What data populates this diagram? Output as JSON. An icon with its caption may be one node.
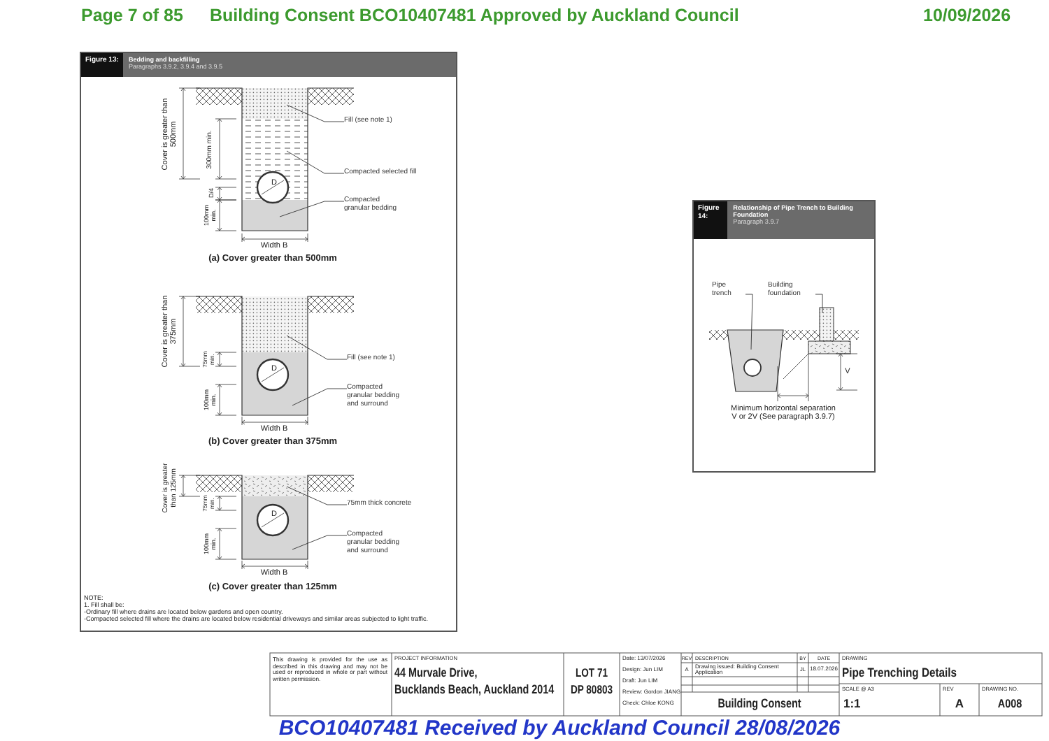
{
  "diagram": {
    "nodes": [
      {
        "text": [
          "Figure 13:",
          "Bedding and backfilling",
          "Paragraphs 3.9.2, 3.9.4 and 3.9.5"
        ]
      },
      {
        "text": [
          "Fill (see note 1)"
        ],
        "in": 0
      },
      {
        "text": [
          "Compacted selected fill"
        ],
        "in": 0
      },
      {
        "text": [
          "Compacted granular bedding"
        ],
        "in": 0
      },
      {
        "text": [
          "Fill (see note 1)"
        ],
        "in": 0
      },
      {
        "text": [
          "Compacted granular bedding and surround"
        ],
        "in": 0
      },
      {
        "text": [
          "75mm thick concrete"
        ],
        "in": 0
      },
      {
        "text": [
          "Compacted granular bedding and surround"
        ],
        "in": 0
      },
      {
        "text": [
          "Figure 14:",
          "Relationship of Pipe Trench to Building Foundation",
          "Paragraph 3.9.7"
        ]
      },
      {
        "text": [
          "Pipe trench"
        ],
        "in": 8
      },
      {
        "text": [
          "Building foundation"
        ],
        "in": 8
      }
    ],
    "edges": [
      {
        "from": 1,
        "to": null,
        "arrow": "none"
      },
      {
        "from": 2,
        "to": null,
        "arrow": "none"
      },
      {
        "from": 3,
        "to": null,
        "arrow": "none"
      },
      {
        "from": 4,
        "to": null,
        "arrow": "none"
      },
      {
        "from": 5,
        "to": null,
        "arrow": "none"
      },
      {
        "from": 6,
        "to": null,
        "arrow": "none"
      },
      {
        "from": 7,
        "to": null,
        "arrow": "none"
      },
      {
        "from": 9,
        "to": null,
        "arrow": "none"
      },
      {
        "from": 10,
        "to": null,
        "arrow": "none"
      }
    ],
    "labels": [
      "Page 7 of 85",
      "Building Consent BCO10407481 Approved by Auckland Council",
      "10/09/2026",
      "Cover is greater than 500mm",
      "300mm min.",
      "D/4",
      "100mm min.",
      "D",
      "Width B",
      "(a) Cover greater than 500mm",
      "Cover is greater than 375mm",
      "75mm min.",
      "100mm min.",
      "D",
      "Width B",
      "(b) Cover greater than 375mm",
      "Cover is greater than 125mm",
      "75mm min.",
      "100mm min.",
      "D",
      "Width B",
      "(c) Cover greater than 125mm",
      "NOTE:",
      "1. Fill shall be:",
      "-Ordinary fill where drains are located below gardens and open country.",
      "-Compacted selected fill where the drains are located below residential driveways and similar areas subjected to light traffic.",
      "V",
      "Minimum horizontal separation V or 2V (See paragraph 3.9.7)",
      "This drawing is provided for the use as described in this drawing and may not be used or reproduced in whole or part without written permission.",
      "PROJECT INFORMATION",
      "44 Murvale Drive,",
      "Bucklands Beach, Auckland 2014",
      "LOT 71",
      "DP 80803",
      "Date: 13/07/2026",
      "Design: Jun LIM",
      "Draft: Jun LIM",
      "Review: Gordon JIANG",
      "Check: Chloe KONG",
      "REV",
      "DESCRIPTION",
      "BY",
      "DATE",
      "A",
      "Drawing issued: Building Consent Application",
      "JL",
      "18.07.2026",
      "Building Consent",
      "DRAWING",
      "Pipe Trenching Details",
      "SCALE @ A3",
      "1:1",
      "REV",
      "A",
      "DRAWING NO.",
      "A008",
      "BCO10407481 Received by Auckland Council 28/08/2026"
    ]
  }
}
